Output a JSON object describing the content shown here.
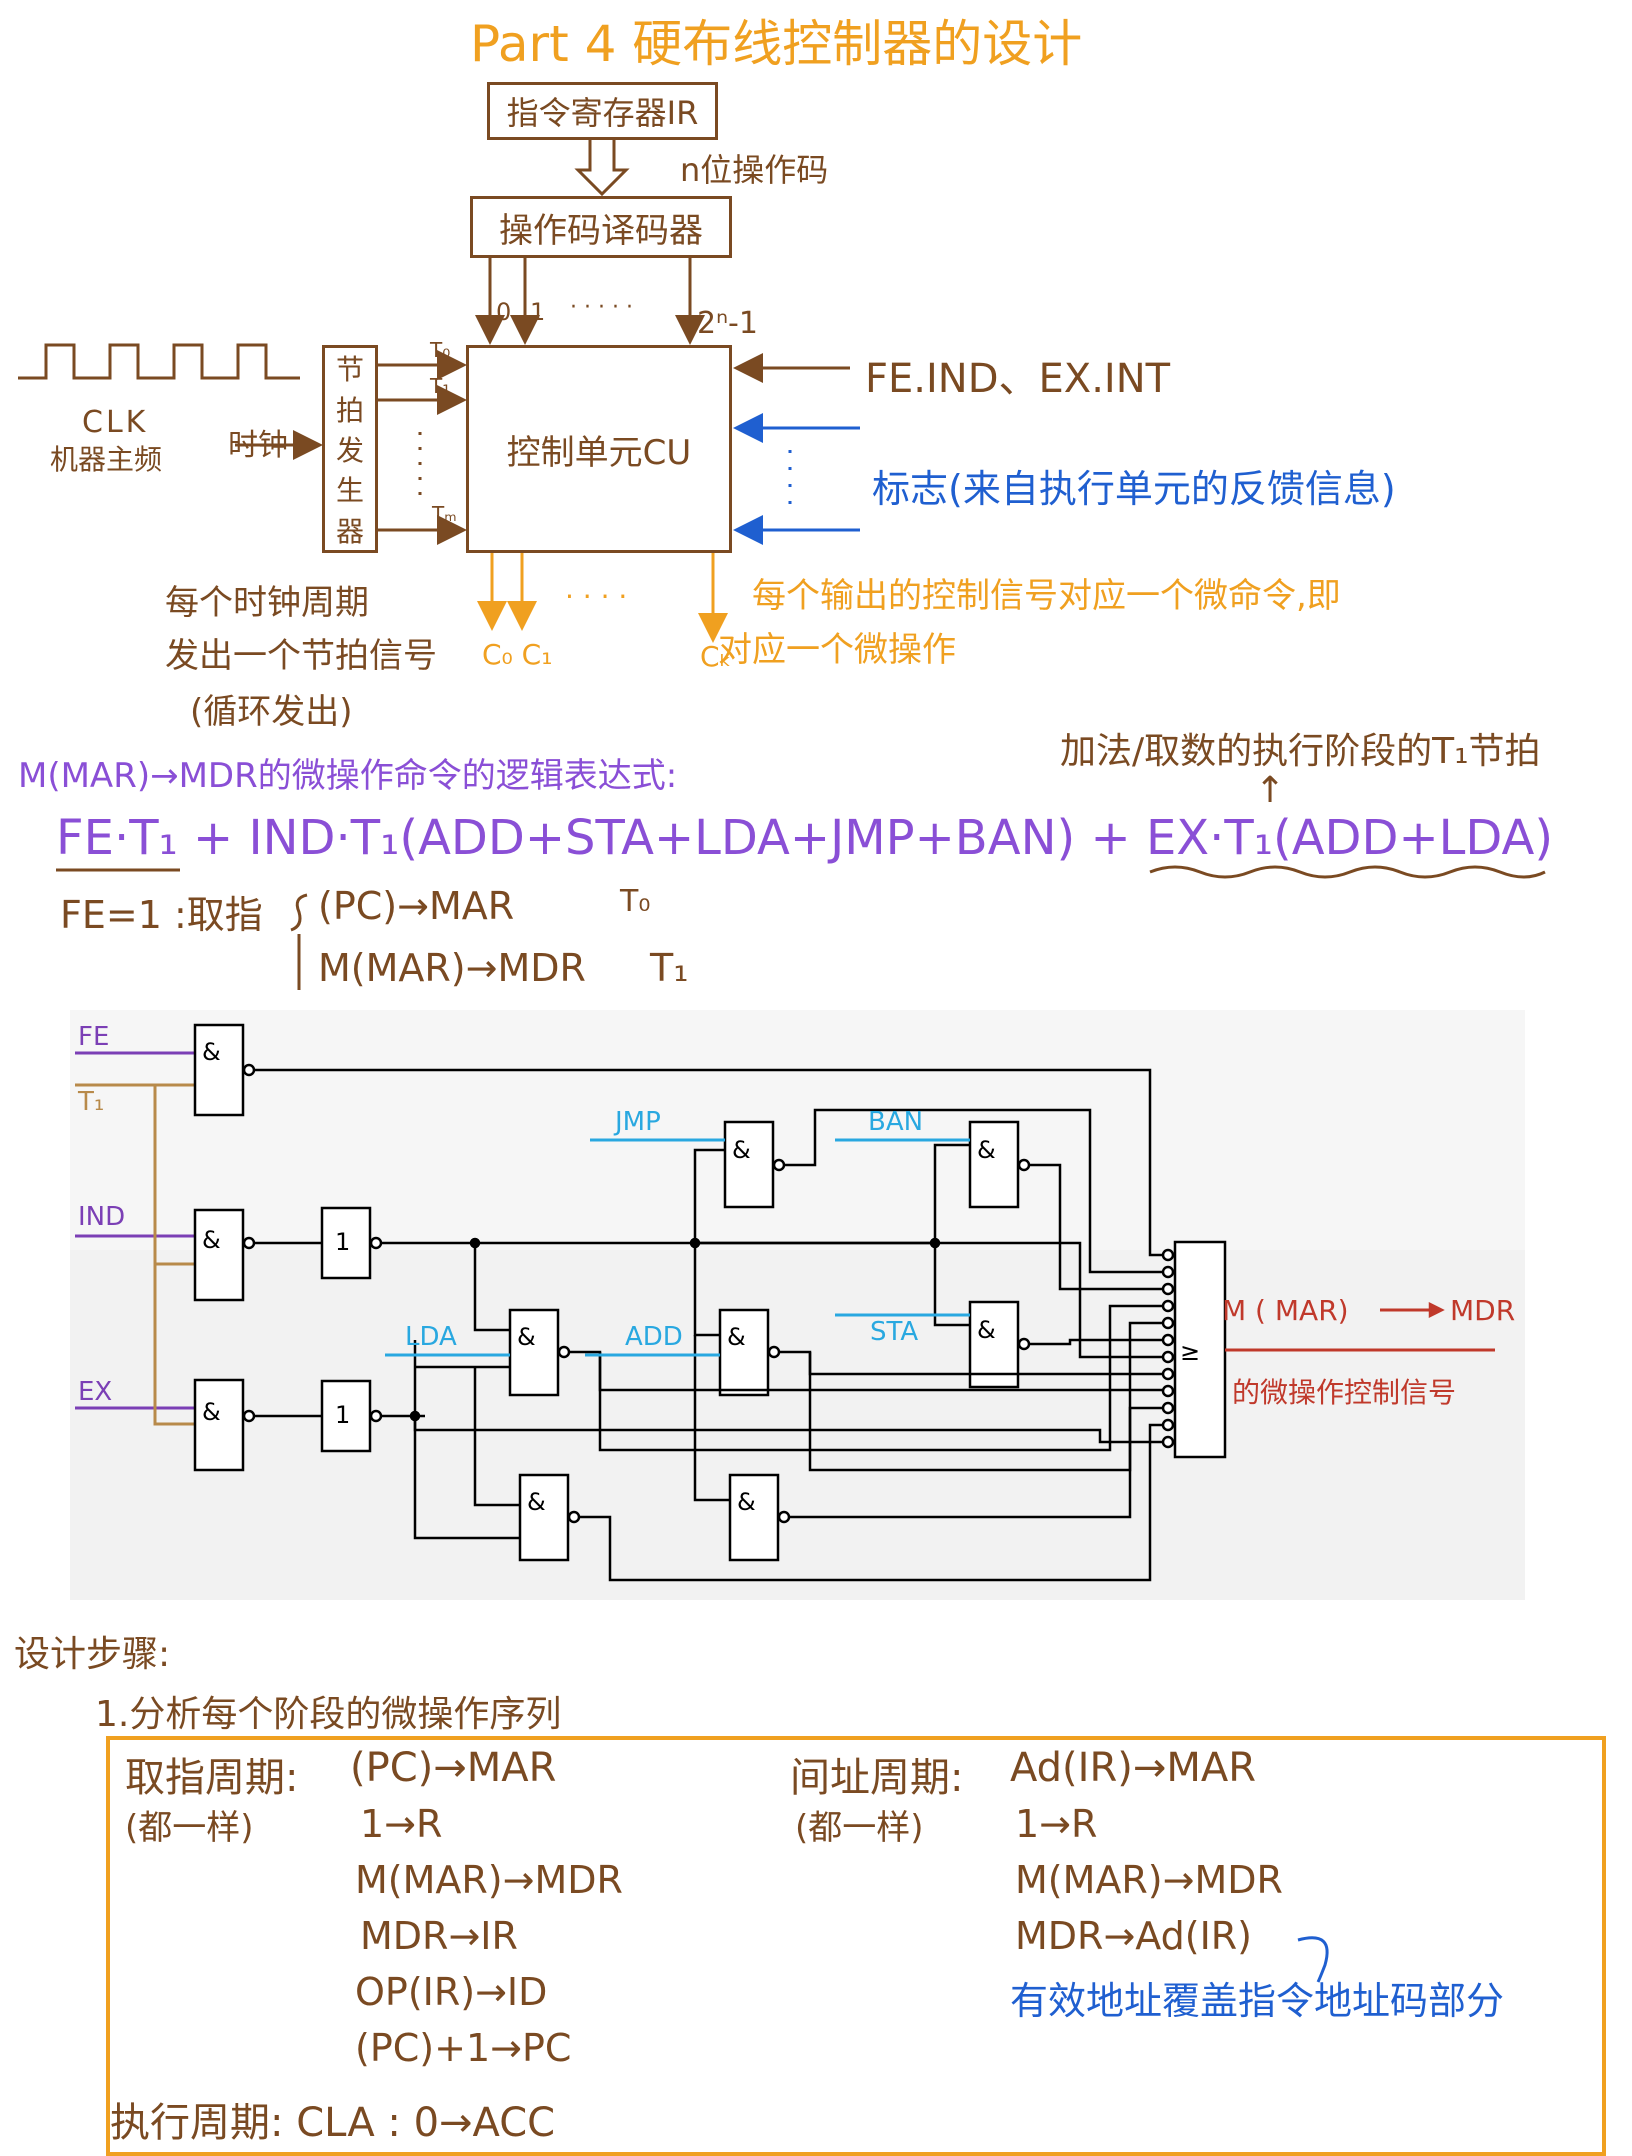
{
  "title": "Part 4 硬布线控制器的设计",
  "block_diagram": {
    "ir_box": "指令寄存器IR",
    "n_bits": "n位操作码",
    "decoder_box": "操作码译码器",
    "dec_out_0": "0",
    "dec_out_1": "1",
    "dec_dots": "· · · · ·",
    "dec_out_last": "2ⁿ-1",
    "clk": "CLK",
    "clk_sub": "机器主频",
    "clock": "时钟",
    "beat_gen": [
      "节",
      "拍",
      "发",
      "生",
      "器"
    ],
    "t0": "T₀",
    "t1": "T₁",
    "tm": "Tₘ",
    "cu_box": "控制单元CU",
    "cu_in_top": "FE.IND、EX.INT",
    "flag_text": "标志(来自执行单元的反馈信息)",
    "beat_note": [
      "每个时钟周期",
      "发出一个节拍信号",
      "(循环发出)"
    ],
    "c_outputs": "C₀ C₁",
    "c_dots": "· · · ·",
    "ck": "Cₖ",
    "out_note": [
      "每个输出的控制信号对应一个微命令,即",
      "对应一个微操作"
    ]
  },
  "formula": {
    "heading": "M(MAR)→MDR的微操作命令的逻辑表达式:",
    "annotation": "加法/取数的执行阶段的T₁节拍",
    "arrow": "↑",
    "expression": "FE·T₁ + IND·T₁(ADD+STA+LDA+JMP+BAN) + EX·T₁(ADD+LDA)",
    "fe_line": "FE=1 :取指",
    "fe_step1": "(PC)→MAR",
    "fe_t0": "T₀",
    "fe_step2": "M(MAR)→MDR",
    "fe_t1": "T₁"
  },
  "circuit": {
    "inputs": [
      "FE",
      "T₁",
      "IND",
      "EX"
    ],
    "signals": [
      "JMP",
      "BAN",
      "LDA",
      "ADD",
      "STA"
    ],
    "and_sym": "&",
    "not_sym": "1",
    "or_sym": "≥",
    "out_line1_a": "M ( MAR)",
    "out_line1_b": "MDR",
    "out_line2": "的微操作控制信号"
  },
  "steps": {
    "heading": "设计步骤:",
    "step1": "1.分析每个阶段的微操作序列",
    "fetch_title": "取指周期:",
    "fetch_note": "(都一样)",
    "fetch_ops": [
      "(PC)→MAR",
      "1→R",
      "M(MAR)→MDR",
      "MDR→IR",
      "OP(IR)→ID",
      "(PC)+1→PC"
    ],
    "indirect_title": "间址周期:",
    "indirect_note": "(都一样)",
    "indirect_ops": [
      "Ad(IR)→MAR",
      "1→R",
      "M(MAR)→MDR",
      "MDR→Ad(IR)"
    ],
    "indirect_note_blue": "有效地址覆盖指令地址码部分",
    "exec_line": "执行周期: CLA :  0→ACC"
  },
  "colors": {
    "brown": "#7a4a22",
    "orange": "#f0a020",
    "blue": "#1f5fd0",
    "purple": "#8a4fd6",
    "signal_blue": "#29a8e0",
    "out_red": "#c0392b",
    "input_purple": "#7b3fb5",
    "input_tan": "#b88a4a"
  }
}
